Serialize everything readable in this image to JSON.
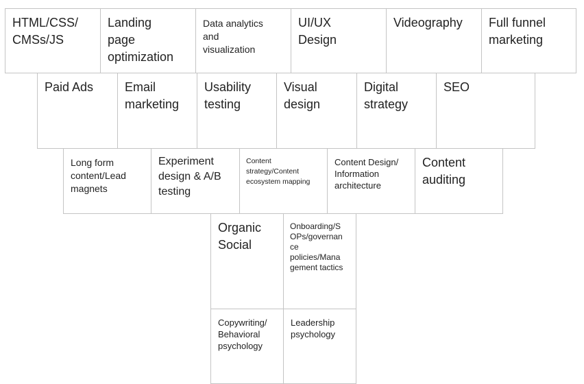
{
  "row1": [
    "HTML/CSS/\nCMSs/JS",
    "Landing\npage\noptimization",
    "Data analytics\nand\nvisualization",
    "UI/UX\nDesign",
    "Videography",
    "Full funnel\nmarketing"
  ],
  "row2": [
    "Paid Ads",
    "Email\nmarketing",
    "Usability\ntesting",
    "Visual\ndesign",
    "Digital\nstrategy",
    "SEO"
  ],
  "row3": [
    "Long form\ncontent/Lead\nmagnets",
    "Experiment\ndesign & A/B\ntesting",
    "Content\nstrategy/Content\necosystem mapping",
    "Content Design/\nInformation\narchitecture",
    "Content\nauditing"
  ],
  "row4": [
    "Organic\nSocial",
    "Onboarding/S\nOPs/governan\nce\npolicies/Mana\ngement tactics"
  ],
  "row5": [
    "Copywriting/\nBehavioral\npsychology",
    "Leadership\npsychology"
  ]
}
